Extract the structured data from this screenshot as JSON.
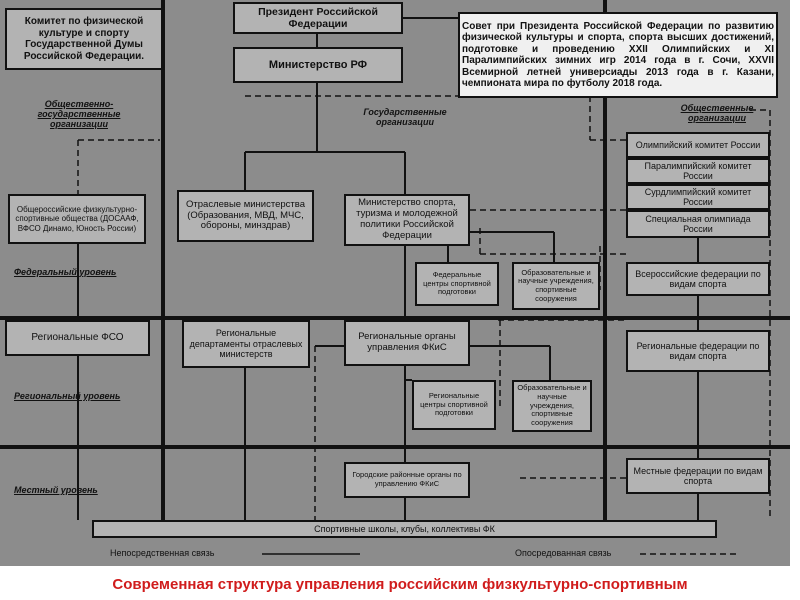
{
  "diagram": {
    "boxes": {
      "committee": "Комитет по физической культуре и спорту Государственной Думы Российской Федерации.",
      "president": "Президент Российской Федерации",
      "council": "Совет при Президента Российской Федерации по развитию физической культуры и спорта, спорта высших достижений, подготовке и проведению XXII Олимпийских и XI Паралимпийских зимних игр 2014 года в г. Сочи, XXVII Всемирной летней универсиады 2013 года в г. Казани, чемпионата мира по футболу 2018 года.",
      "ministry_rf": "Министерство РФ",
      "all_russian_societies": "Общероссийские физкультурно-спортивные общества (ДОСААФ, ВФСО Динамо, Юность России)",
      "branch_ministries": "Отраслевые министерства (Образования, МВД, МЧС, обороны, минздрав)",
      "ministry_sport": "Министерство спорта, туризма и молодежной политики Российской Федерации",
      "olympic_committee": "Олимпийский комитет России",
      "paralympic_committee": "Паралимпийский комитет России",
      "deaflympic_committee": "Сурдлимпийский комитет России",
      "special_olympics": "Специальная олимпиада России",
      "federal_centers": "Федеральные центры спортивной подготовки",
      "federal_edu": "Образовательные и научные учреждения, спортивные сооружения",
      "all_russian_federations": "Всероссийские федерации по видам спорта",
      "regional_fso": "Региональные ФСО",
      "regional_departments": "Региональные департаменты отраслевых министерств",
      "regional_fkis": "Региональные органы управления ФКиС",
      "regional_federations": "Региональные федерации по видам спорта",
      "regional_centers": "Региональные центры спортивной подготовки",
      "regional_edu": "Образовательные и научные учреждения, спортивные сооружения",
      "municipal_bodies": "Городские районные органы по управлению ФКиС",
      "local_federations": "Местные федерации по видам спорта",
      "sport_schools": "Спортивные школы, клубы, коллективы ФК"
    },
    "labels": {
      "public_state": "Общественно-государственные организации",
      "state": "Государственные организации",
      "public": "Общественные организации",
      "federal_level": "Федеральный уровень",
      "regional_level": "Региональный уровень",
      "local_level": "Местный уровень"
    },
    "legend": {
      "direct": "Непосредственная связь",
      "indirect": "Опосредованная связь"
    },
    "caption": "Современная структура управления российским физкультурно-спортивным",
    "colors": {
      "background": "#8c8c8c",
      "box": "#b3b3b3",
      "line": "#111111",
      "caption": "#d01c1c"
    }
  }
}
